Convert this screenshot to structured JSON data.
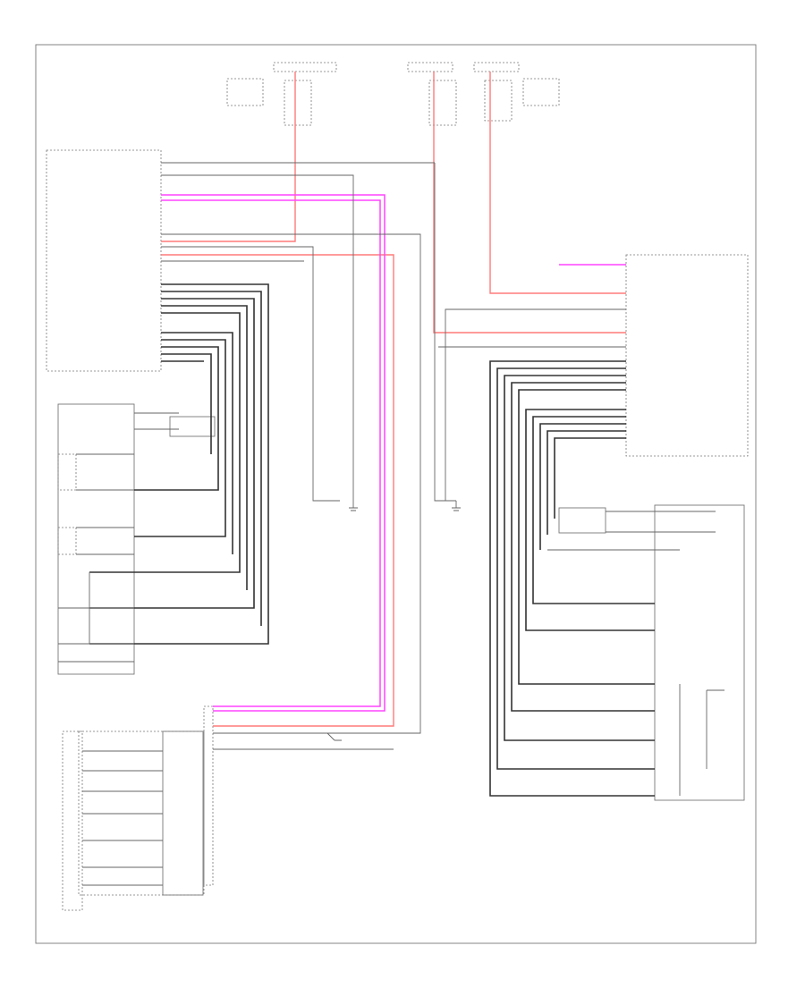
{
  "diagram": {
    "colors": {
      "power": "#ff7a7a",
      "data": "#ff44ff",
      "ground": "#333333"
    },
    "fuse_boxes": [
      {
        "id": "fuse-1",
        "label": ""
      },
      {
        "id": "fuse-2",
        "label": ""
      },
      {
        "id": "fuse-3",
        "label": ""
      }
    ],
    "modules": {
      "driver_seat": {
        "label": ""
      },
      "passenger_seat": {
        "label": ""
      },
      "lumbar_module": {
        "label": ""
      },
      "memory_switch": {
        "label": ""
      }
    },
    "footer_code": ""
  }
}
